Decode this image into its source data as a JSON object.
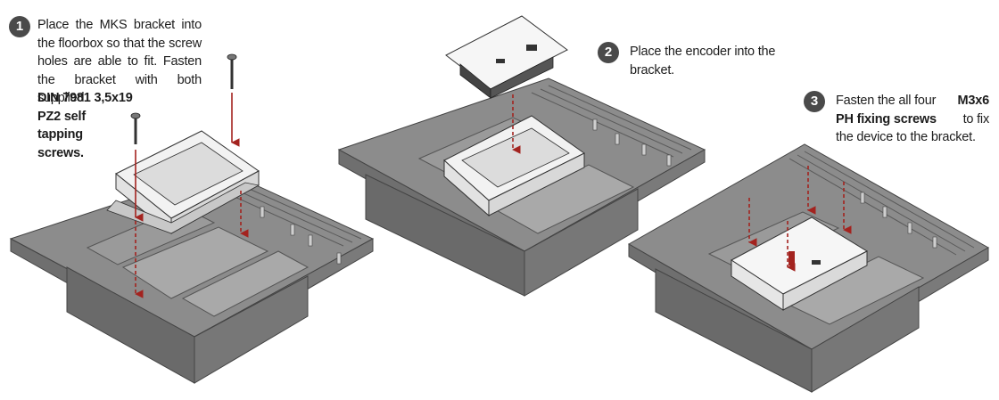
{
  "steps": [
    {
      "number": "1",
      "text": "Place the MKS bracket into the floorbox so that the screw holes are able to fit. Fasten the bracket with both supplied",
      "bold": [
        "DIN 7981 3,5x19",
        "PZ2 self",
        "tapping",
        "screws."
      ]
    },
    {
      "number": "2",
      "text_line1": "Place the encoder into the",
      "text_line2": "bracket."
    },
    {
      "number": "3",
      "text_pre": "Fasten the all four",
      "bold1": "M3x6",
      "bold2": "PH fixing screws",
      "text_post1": "to fix",
      "text_post2": "the device to the bracket."
    }
  ],
  "colors": {
    "floorbox_top": "#8c8c8c",
    "floorbox_front": "#6f6f6f",
    "floorbox_well": "#a9a9a9",
    "bracket": "#f2f2f2",
    "encoder_board": "#f6f6f6",
    "arrow": "#a3231f",
    "badge": "#4a4a4a"
  }
}
